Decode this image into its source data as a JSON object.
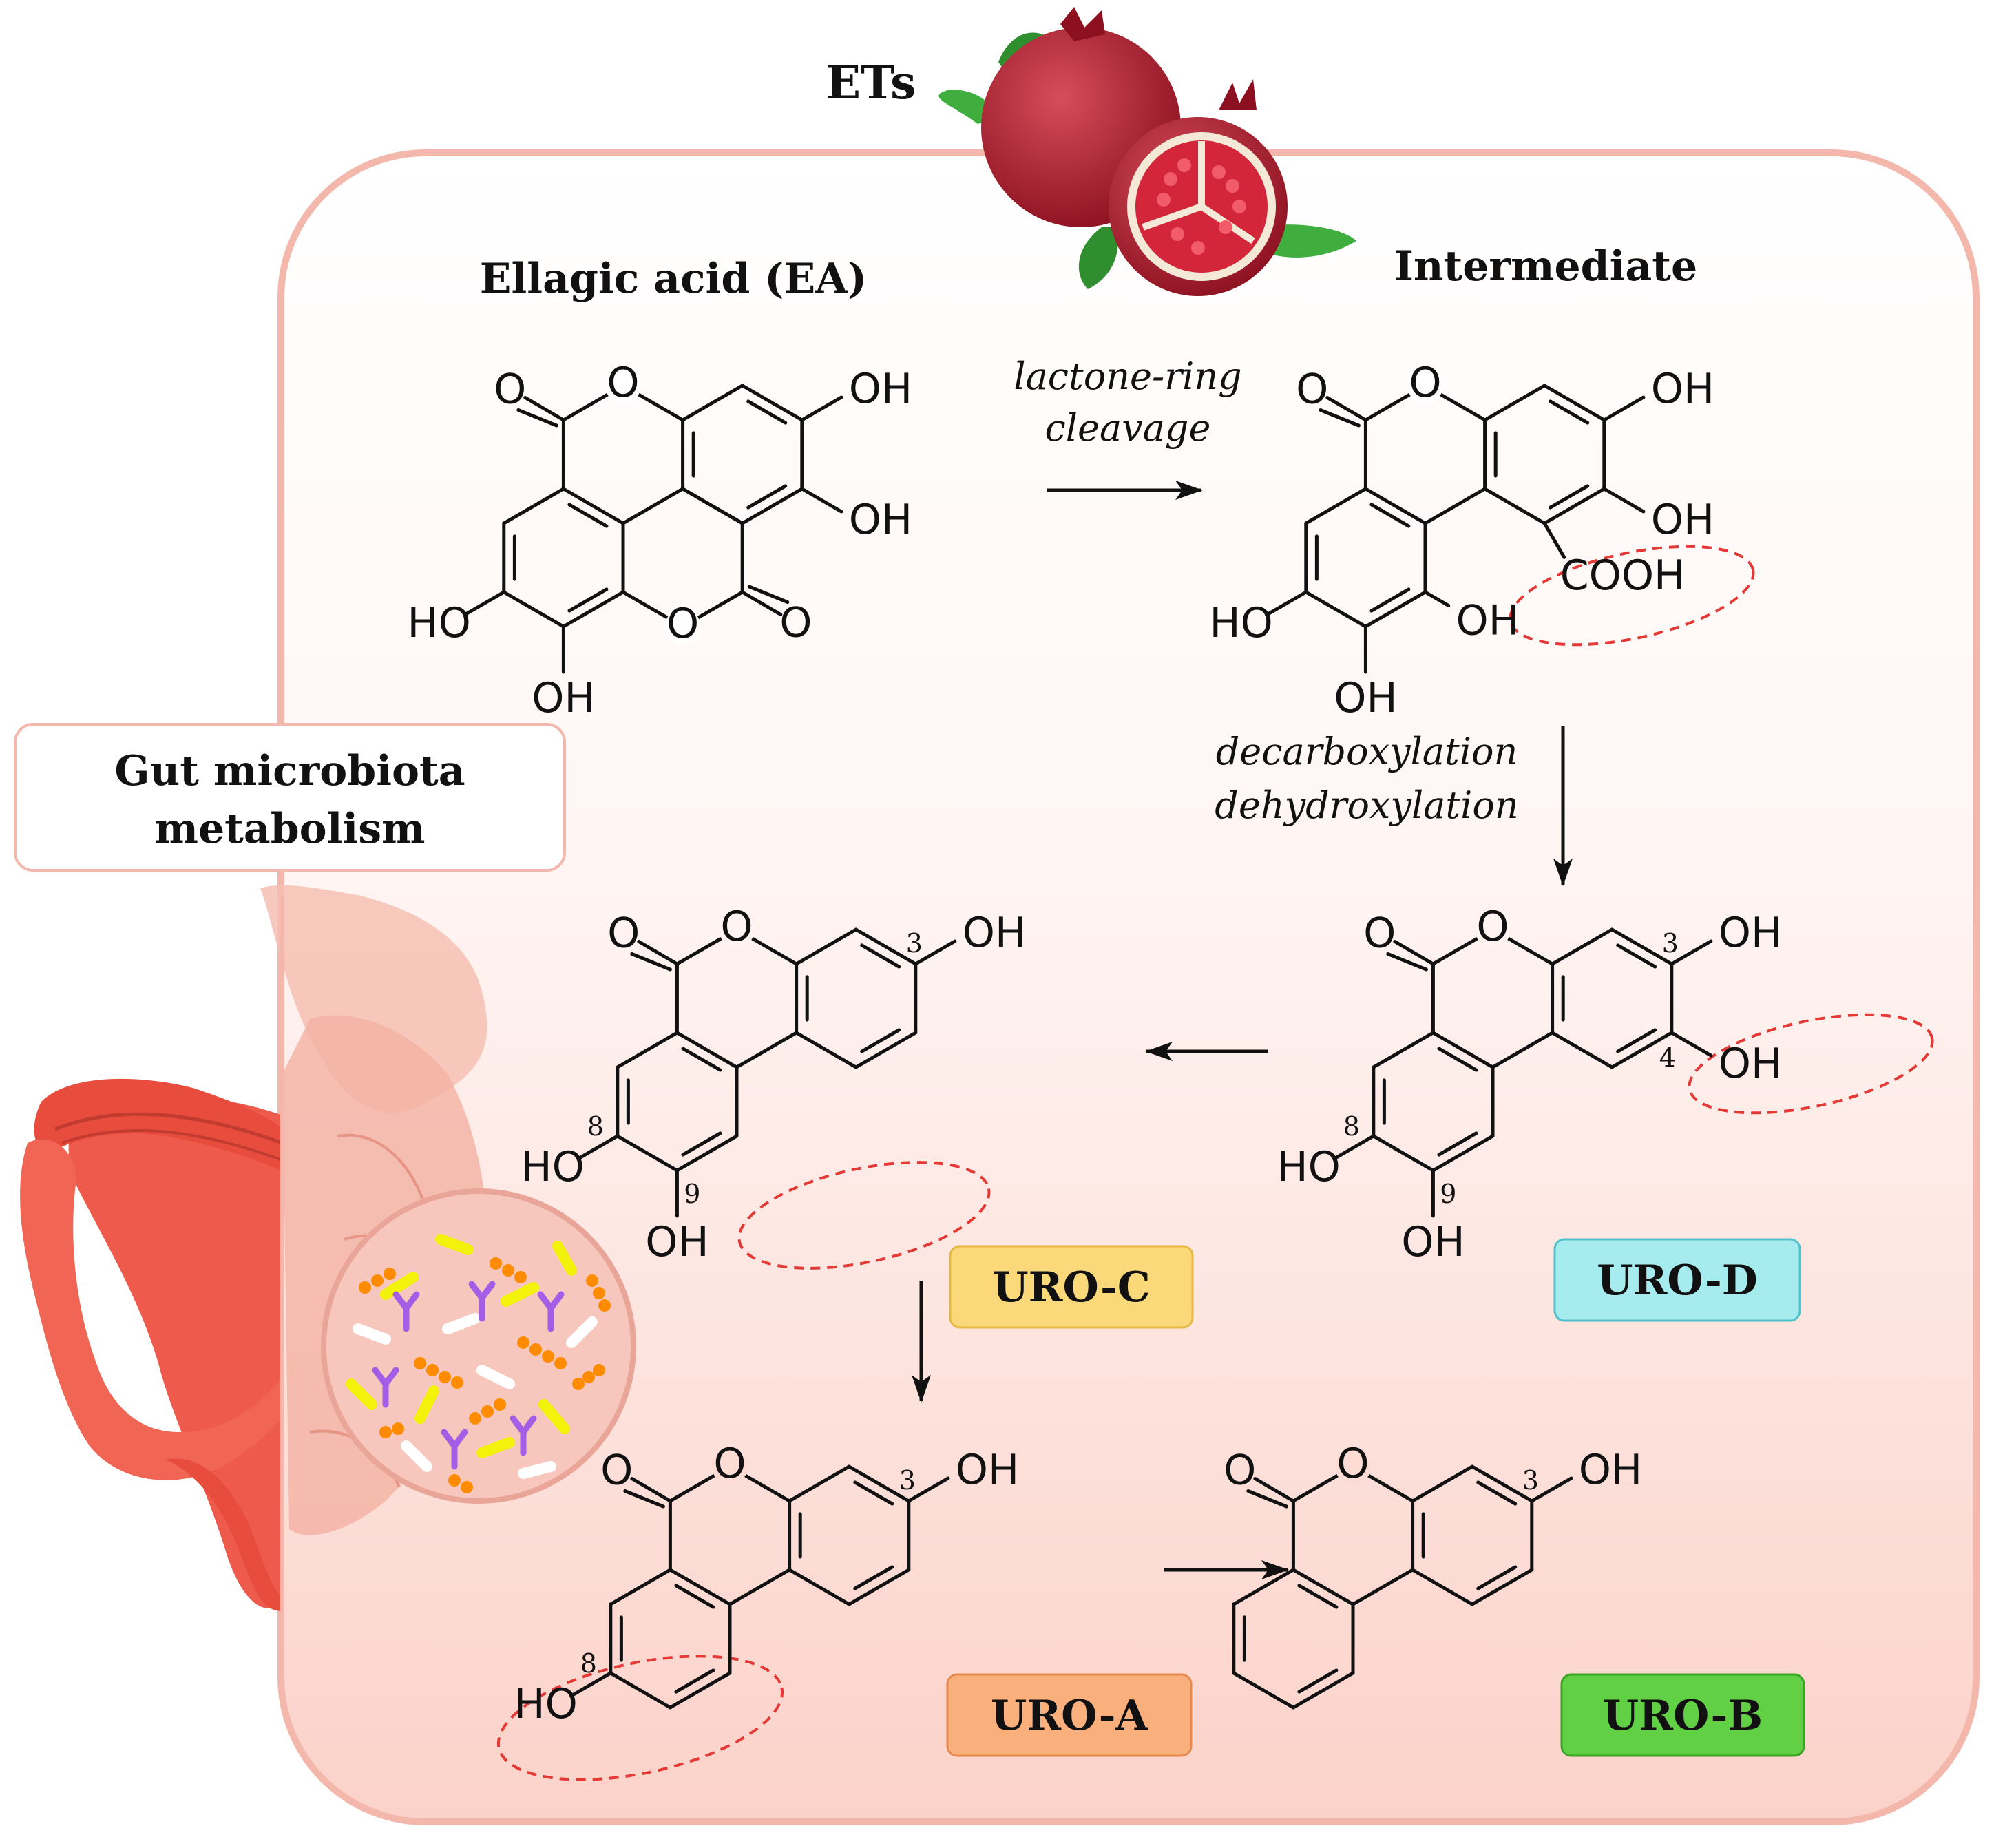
{
  "header": {
    "title": "ETs"
  },
  "side_label": {
    "line1": "Gut microbiota",
    "line2": "metabolism"
  },
  "compounds": {
    "ea": {
      "name": "Ellagic acid (EA)"
    },
    "inter": {
      "name": "Intermediate"
    },
    "uroc": {
      "badge": "URO-C"
    },
    "urod": {
      "badge": "URO-D"
    },
    "uroa": {
      "badge": "URO-A"
    },
    "urob": {
      "badge": "URO-B"
    }
  },
  "steps": {
    "step1_line1": "lactone-ring",
    "step1_line2": "cleavage",
    "step2_line1": "decarboxylation",
    "step2_line2": "dehydroxylation"
  },
  "atoms": {
    "O": "O",
    "OH": "OH",
    "HO": "HO",
    "COOH": "COOH"
  },
  "positions": {
    "p3": "3",
    "p4": "4",
    "p8": "8",
    "p9": "9"
  },
  "colors": {
    "panel_border": "#f4b7ab",
    "panel_fill_top": "#ffffff",
    "panel_fill_bottom": "#fbd4cc",
    "highlight": "#e53935",
    "uroc": "#fbd97a",
    "urod": "#a6ecef",
    "uroa": "#f9b07d",
    "urob": "#62d044"
  },
  "icons": [
    "pomegranate-icon",
    "intestine-icon",
    "microbiota-icon"
  ]
}
